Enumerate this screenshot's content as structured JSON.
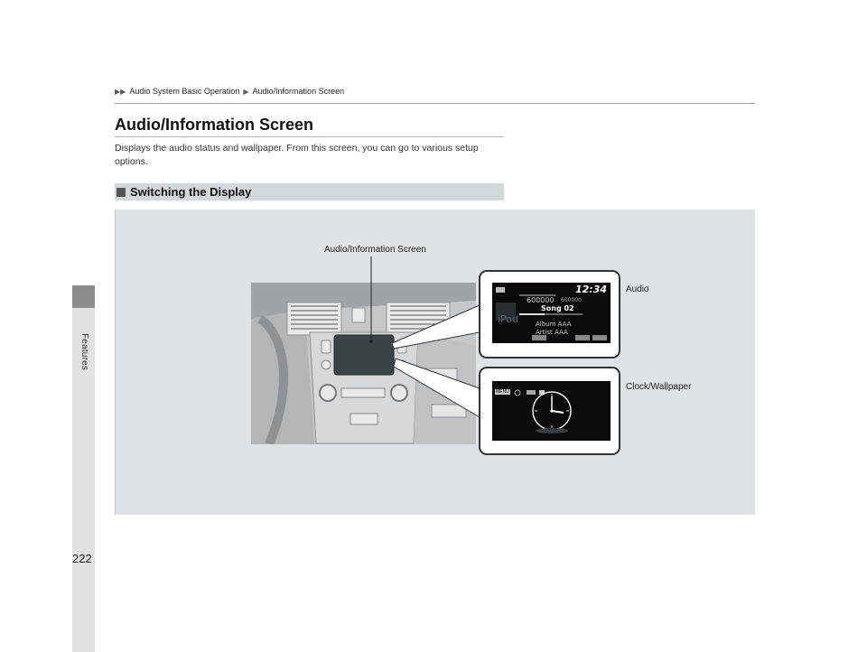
{
  "breadcrumb": {
    "items": [
      "Audio System Basic Operation",
      "Audio/Information Screen"
    ]
  },
  "page_title": "Audio/Information Screen",
  "intro": "Displays the audio status and wallpaper. From this screen, you can go to various setup options.",
  "section": {
    "heading": "Switching the Display"
  },
  "figure": {
    "callout_screen": "Audio/Information Screen",
    "callout_audio": "Audio",
    "callout_clock": "Clock/Wallpaper",
    "audio_display": {
      "time": "12:34",
      "track_left": "600000",
      "track_right": "600000",
      "song": "Song 02",
      "source": "iPod",
      "album": "Album AAA",
      "artist": "Artist AAA"
    },
    "clock_display": {
      "menu": "MENU"
    }
  },
  "side_tab": "Features",
  "page_number": "222",
  "colors": {
    "figure_bg": "#dde3e6",
    "subhead_bg": "#d3d8dc",
    "side_tab": "#8c8c8c"
  }
}
